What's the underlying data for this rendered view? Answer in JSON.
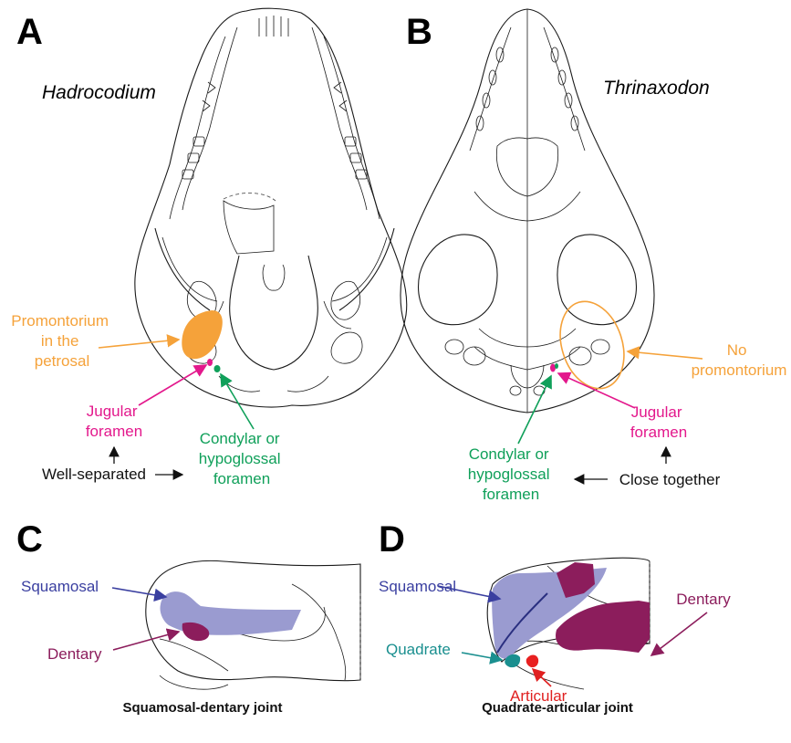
{
  "panels": {
    "a": {
      "letter": "A",
      "species": "Hadrocodium",
      "promontorium": "Promontorium\nin the\npetrosal",
      "jugular": "Jugular\nforamen",
      "condylar": "Condylar or\nhypoglossal\nforamen",
      "spacing": "Well-separated"
    },
    "b": {
      "letter": "B",
      "species": "Thrinaxodon",
      "promontorium": "No\npromontorium",
      "jugular": "Jugular\nforamen",
      "condylar": "Condylar or\nhypoglossal\nforamen",
      "spacing": "Close together"
    },
    "c": {
      "letter": "C",
      "squamosal": "Squamosal",
      "dentary": "Dentary",
      "caption": "Squamosal-dentary joint"
    },
    "d": {
      "letter": "D",
      "squamosal": "Squamosal",
      "quadrate": "Quadrate",
      "articular": "Articular",
      "dentary": "Dentary",
      "caption": "Quadrate-articular joint"
    }
  },
  "colors": {
    "orange": "#f5a23a",
    "magenta": "#e3188c",
    "green": "#10a05a",
    "squamosal_fill": "#9a9bd0",
    "squamosal_text": "#3a3fa0",
    "dentary_fill": "#8c1d5c",
    "dentary_text": "#8c1d5c",
    "quadrate_fill": "#1a8f8f",
    "articular_fill": "#e82020",
    "articular_text": "#e02020"
  }
}
